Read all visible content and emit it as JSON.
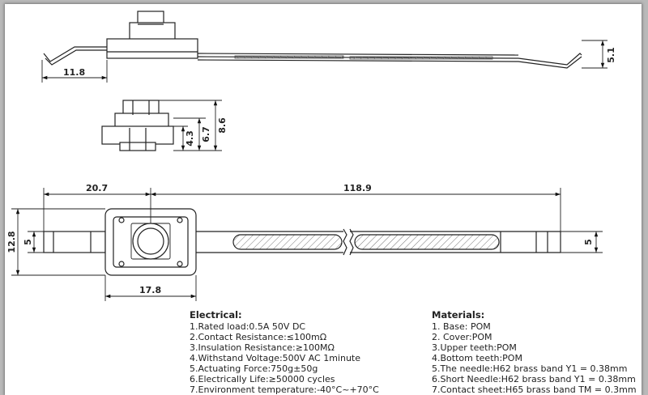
{
  "dimensions": {
    "top_view_offset": "11.8",
    "top_view_height": "5.1",
    "side_inner_height": "4.3",
    "side_mid_height": "6.7",
    "side_total_height": "8.6",
    "left_length": "20.7",
    "right_length": "118.9",
    "left_total_height": "12.8",
    "left_inner_height": "5",
    "base_width": "17.8",
    "right_end_height": "5"
  },
  "electrical": {
    "heading": "Electrical:",
    "lines": [
      "1.Rated load:0.5A 50V DC",
      "2.Contact Resistance:≤100mΩ",
      "3.Insulation Resistance:≥100MΩ",
      "4.Withstand Voltage:500V AC 1minute",
      "5.Actuating Force:750g±50g",
      "6.Electrically Life:≥50000 cycles",
      "7.Environment temperature:-40°C~+70°C"
    ]
  },
  "materials": {
    "heading": "Materials:",
    "lines": [
      "1. Base: POM",
      "2. Cover:POM",
      "3.Upper teeth:POM",
      "4.Bottom teeth:POM",
      "5.The needle:H62 brass band Y1 = 0.38mm",
      "6.Short Needle:H62 brass band Y1 = 0.38mm",
      "7.Contact sheet:H65 brass band TM = 0.3mm"
    ]
  }
}
